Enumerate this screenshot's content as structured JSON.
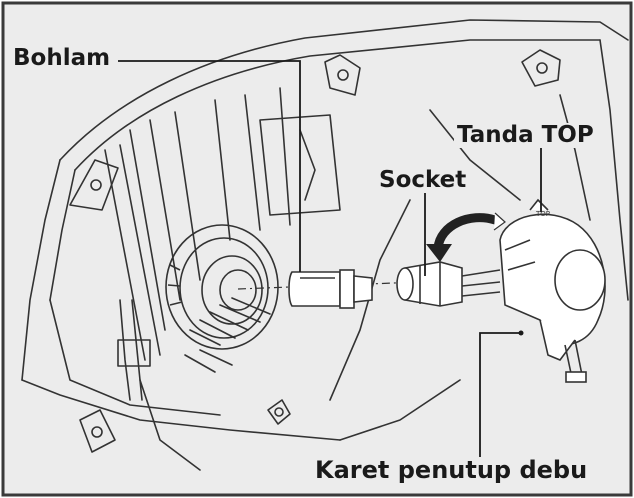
{
  "figure": {
    "labels": {
      "bulb": "Bohlam",
      "socket": "Socket",
      "top_mark": "Tanda TOP",
      "dust_cover": "Karet penutup debu",
      "top_stamp": "TOP"
    },
    "colors": {
      "background": "#ececec",
      "frame": "#3a3a3a",
      "line": "#333333",
      "callout_text": "#1a1a1a",
      "white_fill": "#ffffff"
    },
    "icons": [
      "rotation-arrow-icon"
    ]
  }
}
